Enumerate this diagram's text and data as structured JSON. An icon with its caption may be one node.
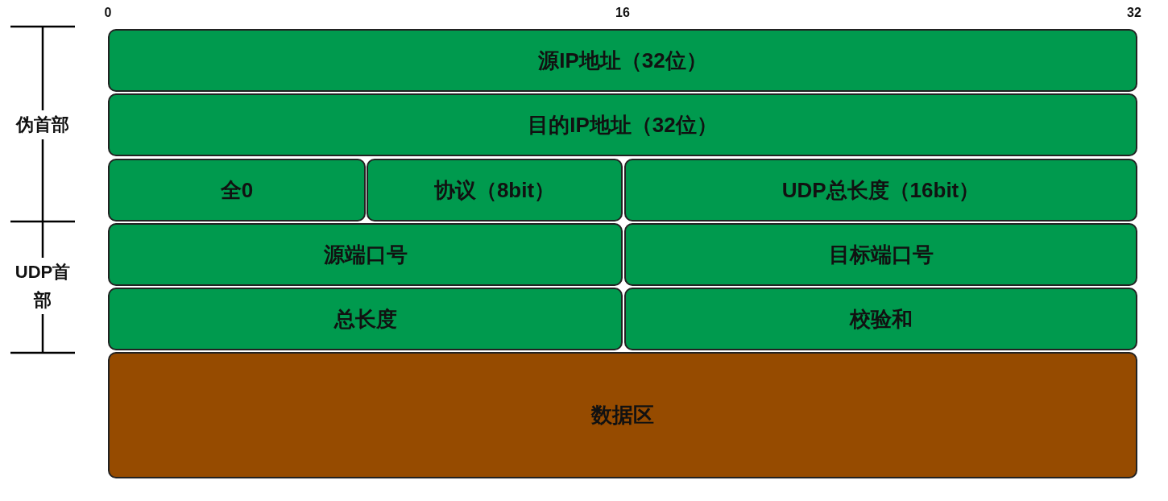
{
  "diagram": {
    "nodes": [
      {
        "text": [
          "源IP地址（32位）"
        ]
      },
      {
        "text": [
          "目的IP地址（32位）"
        ]
      },
      {
        "text": [
          "全0"
        ]
      },
      {
        "text": [
          "协议（8bit）"
        ]
      },
      {
        "text": [
          "UDP总长度（16bit）"
        ]
      },
      {
        "text": [
          "源端口号"
        ]
      },
      {
        "text": [
          "目标端口号"
        ]
      },
      {
        "text": [
          "总长度"
        ]
      },
      {
        "text": [
          "校验和"
        ]
      },
      {
        "text": [
          "数据区"
        ]
      }
    ],
    "labels": [
      "0",
      "16",
      "32",
      "伪首部",
      "UDP首部"
    ]
  }
}
